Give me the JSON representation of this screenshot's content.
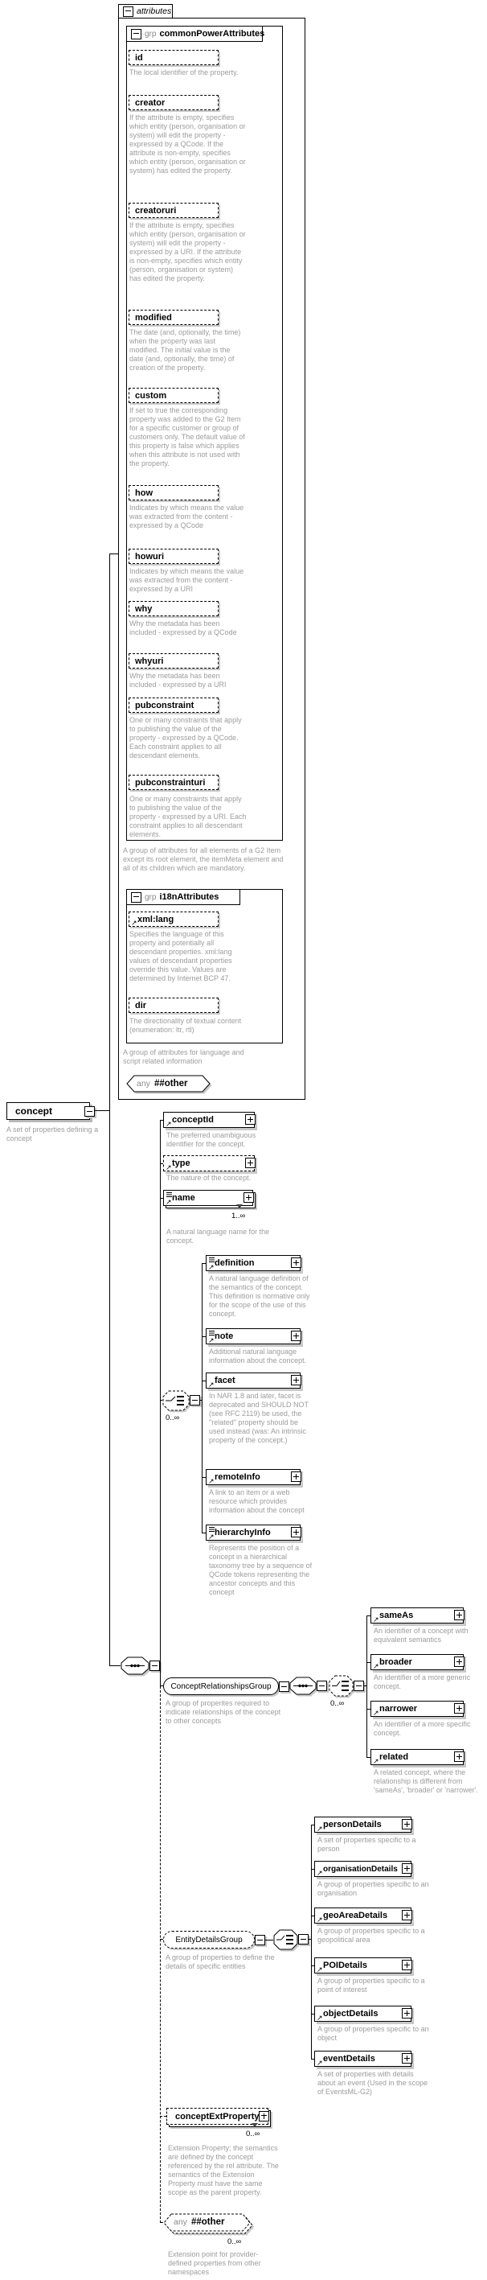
{
  "colors": {
    "shadow": "#c8c8c8",
    "annotation": "#9c9c9c",
    "border": "#000000"
  },
  "tab": {
    "label": "attributes"
  },
  "keywords": {
    "grp": "grp",
    "any": "any"
  },
  "attr_groups": {
    "common": {
      "name": "commonPowerAttributes",
      "items": [
        {
          "name": "id",
          "desc": "The local identifier of the property."
        },
        {
          "name": "creator",
          "desc": "If the attribute is empty, specifies which entity (person, organisation or system) will edit the property - expressed by a QCode. If the attribute is non-empty, specifies which entity (person, organisation or system) has edited the property."
        },
        {
          "name": "creatoruri",
          "desc": "If the attribute is empty, specifies which entity (person, organisation or system) will edit the property - expressed by a URI. If the attribute is non-empty, specifies which entity (person, organisation or system) has edited the property."
        },
        {
          "name": "modified",
          "desc": "The date (and, optionally, the time) when the property was last modified. The initial value is the date (and, optionally, the time) of creation of the property."
        },
        {
          "name": "custom",
          "desc": "If set to true the corresponding property was added to the G2 Item for a specific customer or group of customers only. The default value of this property is false which applies when this attribute is not used with the property."
        },
        {
          "name": "how",
          "desc": "Indicates by which means the value was extracted from the content - expressed by a QCode"
        },
        {
          "name": "howuri",
          "desc": "Indicates by which means the value was extracted from the content - expressed by a URI"
        },
        {
          "name": "why",
          "desc": "Why the metadata has been included - expressed by a QCode"
        },
        {
          "name": "whyuri",
          "desc": "Why the metadata has been included - expressed by a URI"
        },
        {
          "name": "pubconstraint",
          "desc": "One or many constraints that apply to publishing the value of the property - expressed by a QCode. Each constraint applies to all descendant elements."
        },
        {
          "name": "pubconstrainturi",
          "desc": "One or many constraints that apply to publishing the value of the property - expressed by a URI. Each constraint applies to all descendant elements."
        }
      ],
      "footer": "A group of attributes for all elements of a G2 Item except its root element, the itemMeta element and all of its children which are mandatory."
    },
    "i18n": {
      "name": "i18nAttributes",
      "items": [
        {
          "name": "xml:lang",
          "desc": "Specifies the language of this property and potentially all descendant properties. xml:lang values of descendant properties override this value. Values are determined by Internet BCP 47."
        },
        {
          "name": "dir",
          "desc": "The directionality of textual content (enumeration: ltr, rtl)"
        }
      ],
      "footer": "A group of attributes for language and script related information"
    },
    "wildcard": {
      "name": "##other"
    }
  },
  "root": {
    "name": "concept",
    "desc": "A set of properties defining a concept"
  },
  "main": {
    "conceptId": {
      "name": "conceptId",
      "desc": "The preferred unambiguous identifier for the concept."
    },
    "type": {
      "name": "type",
      "desc": "The nature of the concept."
    },
    "name": {
      "name": "name",
      "occ": "1..∞",
      "desc": "A natural language name for the concept."
    },
    "choice": {
      "occ": "0..∞",
      "items": [
        {
          "name": "definition",
          "desc": "A natural language definition of the semantics of the concept. This definition is normative only for the scope of the use of this concept."
        },
        {
          "name": "note",
          "desc": "Additional natural language information about the concept."
        },
        {
          "name": "facet",
          "desc": "In NAR 1.8 and later, facet is deprecated and SHOULD NOT (see RFC 2119) be used, the \"related\" property should be used instead (was: An intrinsic property of the concept.)"
        },
        {
          "name": "remoteInfo",
          "desc": "A link to an item or a web resource which provides information about the concept"
        },
        {
          "name": "hierarchyInfo",
          "desc": "Represents the position of a concept in a hierarchical taxonomy tree by a sequence of QCode tokens representing the ancestor concepts and this concept"
        }
      ]
    },
    "crg": {
      "name": "ConceptRelationshipsGroup",
      "desc": "A group of properites required to indicate relationships of the concept to other concepts",
      "choice_occ": "0..∞",
      "items": [
        {
          "name": "sameAs",
          "desc": "An identifier of a concept with equivalent semantics"
        },
        {
          "name": "broader",
          "desc": "An identifier of a more generic concept."
        },
        {
          "name": "narrower",
          "desc": "An identifier of a more specific concept."
        },
        {
          "name": "related",
          "desc": "A related concept, where the relationship is different from 'sameAs', 'broader' or 'narrower'."
        }
      ]
    },
    "edg": {
      "name": "EntityDetailsGroup",
      "desc": "A group of properties to define the details of specific entities",
      "items": [
        {
          "name": "personDetails",
          "desc": "A set of properties specific to a person"
        },
        {
          "name": "organisationDetails",
          "desc": "A group of properties specific to an organisation"
        },
        {
          "name": "geoAreaDetails",
          "desc": "A group of properties specific to a geopolitical area"
        },
        {
          "name": "POIDetails",
          "desc": "A group of properties specific to a point of interest"
        },
        {
          "name": "objectDetails",
          "desc": "A group of properties specific to an object"
        },
        {
          "name": "eventDetails",
          "desc": "A set of properties with details about an event (Used in the scope of EventsML-G2)"
        }
      ]
    },
    "ext": {
      "name": "conceptExtProperty",
      "occ": "0..∞",
      "desc": "Extension Property; the semantics are defined by the concept referenced by the rel attribute. The semantics of the Extension Property must have the same scope as the parent property."
    },
    "wildcard": {
      "kw": "any",
      "name": "##other",
      "occ": "0..∞",
      "desc": "Extension point for provider-defined properties from other namespaces"
    }
  }
}
